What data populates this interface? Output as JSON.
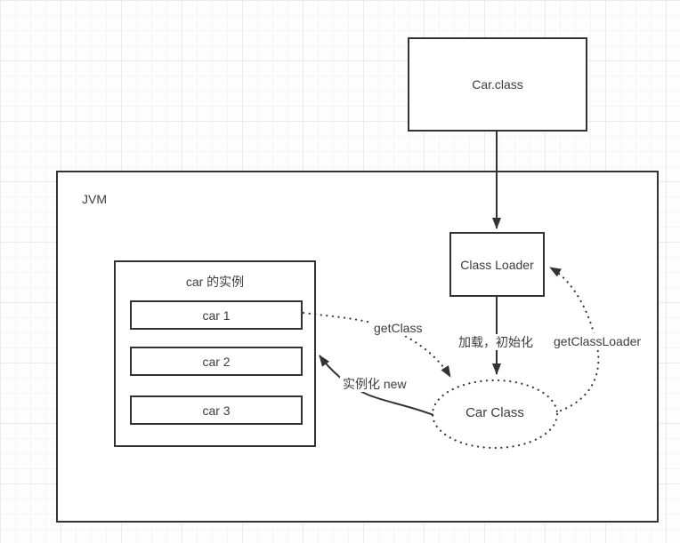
{
  "nodes": {
    "car_class_file": {
      "label": "Car.class"
    },
    "jvm": {
      "label": "JVM"
    },
    "class_loader": {
      "label": "Class Loader"
    },
    "car_class": {
      "label": "Car Class"
    },
    "instances": {
      "title": "car 的实例",
      "items": [
        "car 1",
        "car 2",
        "car 3"
      ]
    }
  },
  "edges": {
    "load_init": {
      "label": "加载，初始化"
    },
    "get_class_loader": {
      "label": "getClassLoader"
    },
    "get_class": {
      "label": "getClass"
    },
    "instantiate_new": {
      "label": "实例化 new"
    }
  },
  "colors": {
    "stroke": "#333333",
    "text": "#3d3d3d",
    "node_fill": "#ffffff",
    "canvas_bg": "#fdfdfd",
    "grid_minor": "#f5f5f5",
    "grid_major": "#ebebeb"
  }
}
